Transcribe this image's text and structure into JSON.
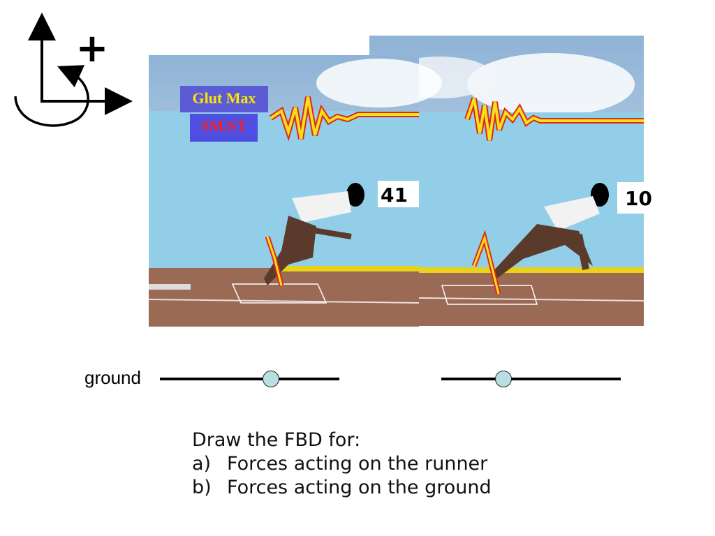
{
  "labels": {
    "glut_max": "Glut Max",
    "smst": "SM/ST",
    "ground": "ground"
  },
  "axis_icon": {
    "plus": "+"
  },
  "hurdle_signs": {
    "left": "41",
    "right": "10"
  },
  "instructions": {
    "heading": "Draw the FBD for:",
    "items": [
      {
        "marker": "a)",
        "text": "Forces acting on the runner"
      },
      {
        "marker": "b)",
        "text": "Forces acting on the ground"
      }
    ]
  },
  "colors": {
    "glut_max_bg": "#5b5bd6",
    "glut_max_text": "#ffe600",
    "smst_bg": "#4e4ee0",
    "smst_text": "#ff1b1b",
    "contact_point": "#b8dfe2",
    "emg_yellow": "#f5e21a",
    "emg_red": "#e0281c"
  }
}
